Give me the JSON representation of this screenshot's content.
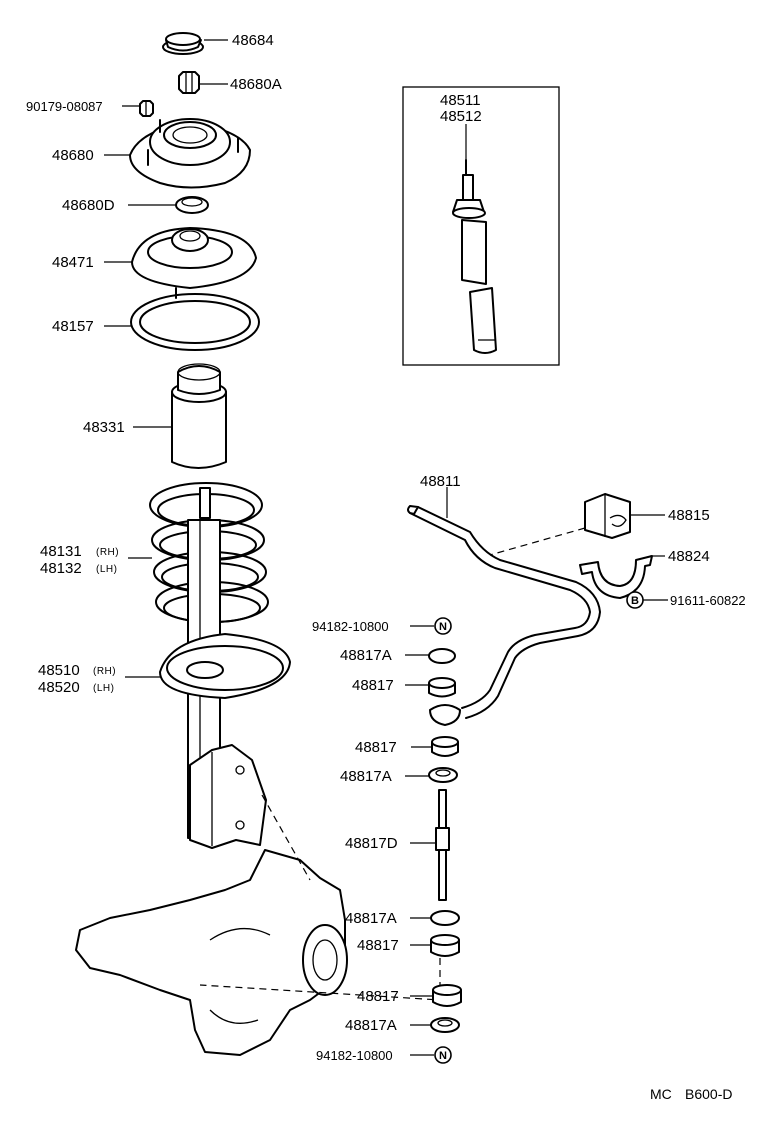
{
  "diagram": {
    "part_labels": {
      "p48684": "48684",
      "p48680A": "48680A",
      "p90179": "90179-08087",
      "p48680": "48680",
      "p48680D": "48680D",
      "p48471": "48471",
      "p48157": "48157",
      "p48331": "48331",
      "p48131": "48131",
      "p48132": "48132",
      "p48510": "48510",
      "p48520": "48520",
      "p48511": "48511",
      "p48512": "48512",
      "p48811": "48811",
      "p48815": "48815",
      "p48824": "48824",
      "p91611": "91611-60822",
      "p94182_top": "94182-10800",
      "p48817A_1": "48817A",
      "p48817_1": "48817",
      "p48817_2": "48817",
      "p48817A_2": "48817A",
      "p48817D": "48817D",
      "p48817A_3": "48817A",
      "p48817_3": "48817",
      "p48817_4": "48817",
      "p48817A_4": "48817A",
      "p94182_bot": "94182-10800"
    },
    "side_marks": {
      "rh": "(RH)",
      "lh": "(LH)"
    },
    "circle_marks": {
      "n": "N",
      "b": "B"
    },
    "footer": {
      "ref_prefix": "MC",
      "ref_code": "B600-D"
    }
  }
}
